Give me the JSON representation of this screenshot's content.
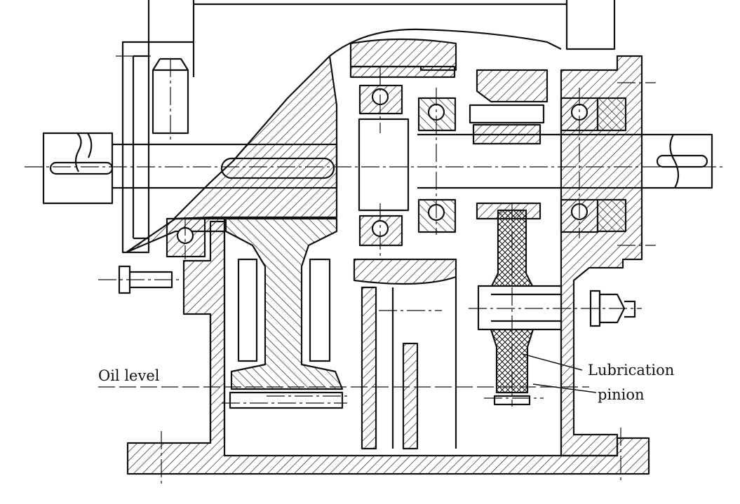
{
  "labels": {
    "oil_level": "Oil level",
    "lubrication_line1": "Lubrication",
    "lubrication_line2": "pinion"
  }
}
